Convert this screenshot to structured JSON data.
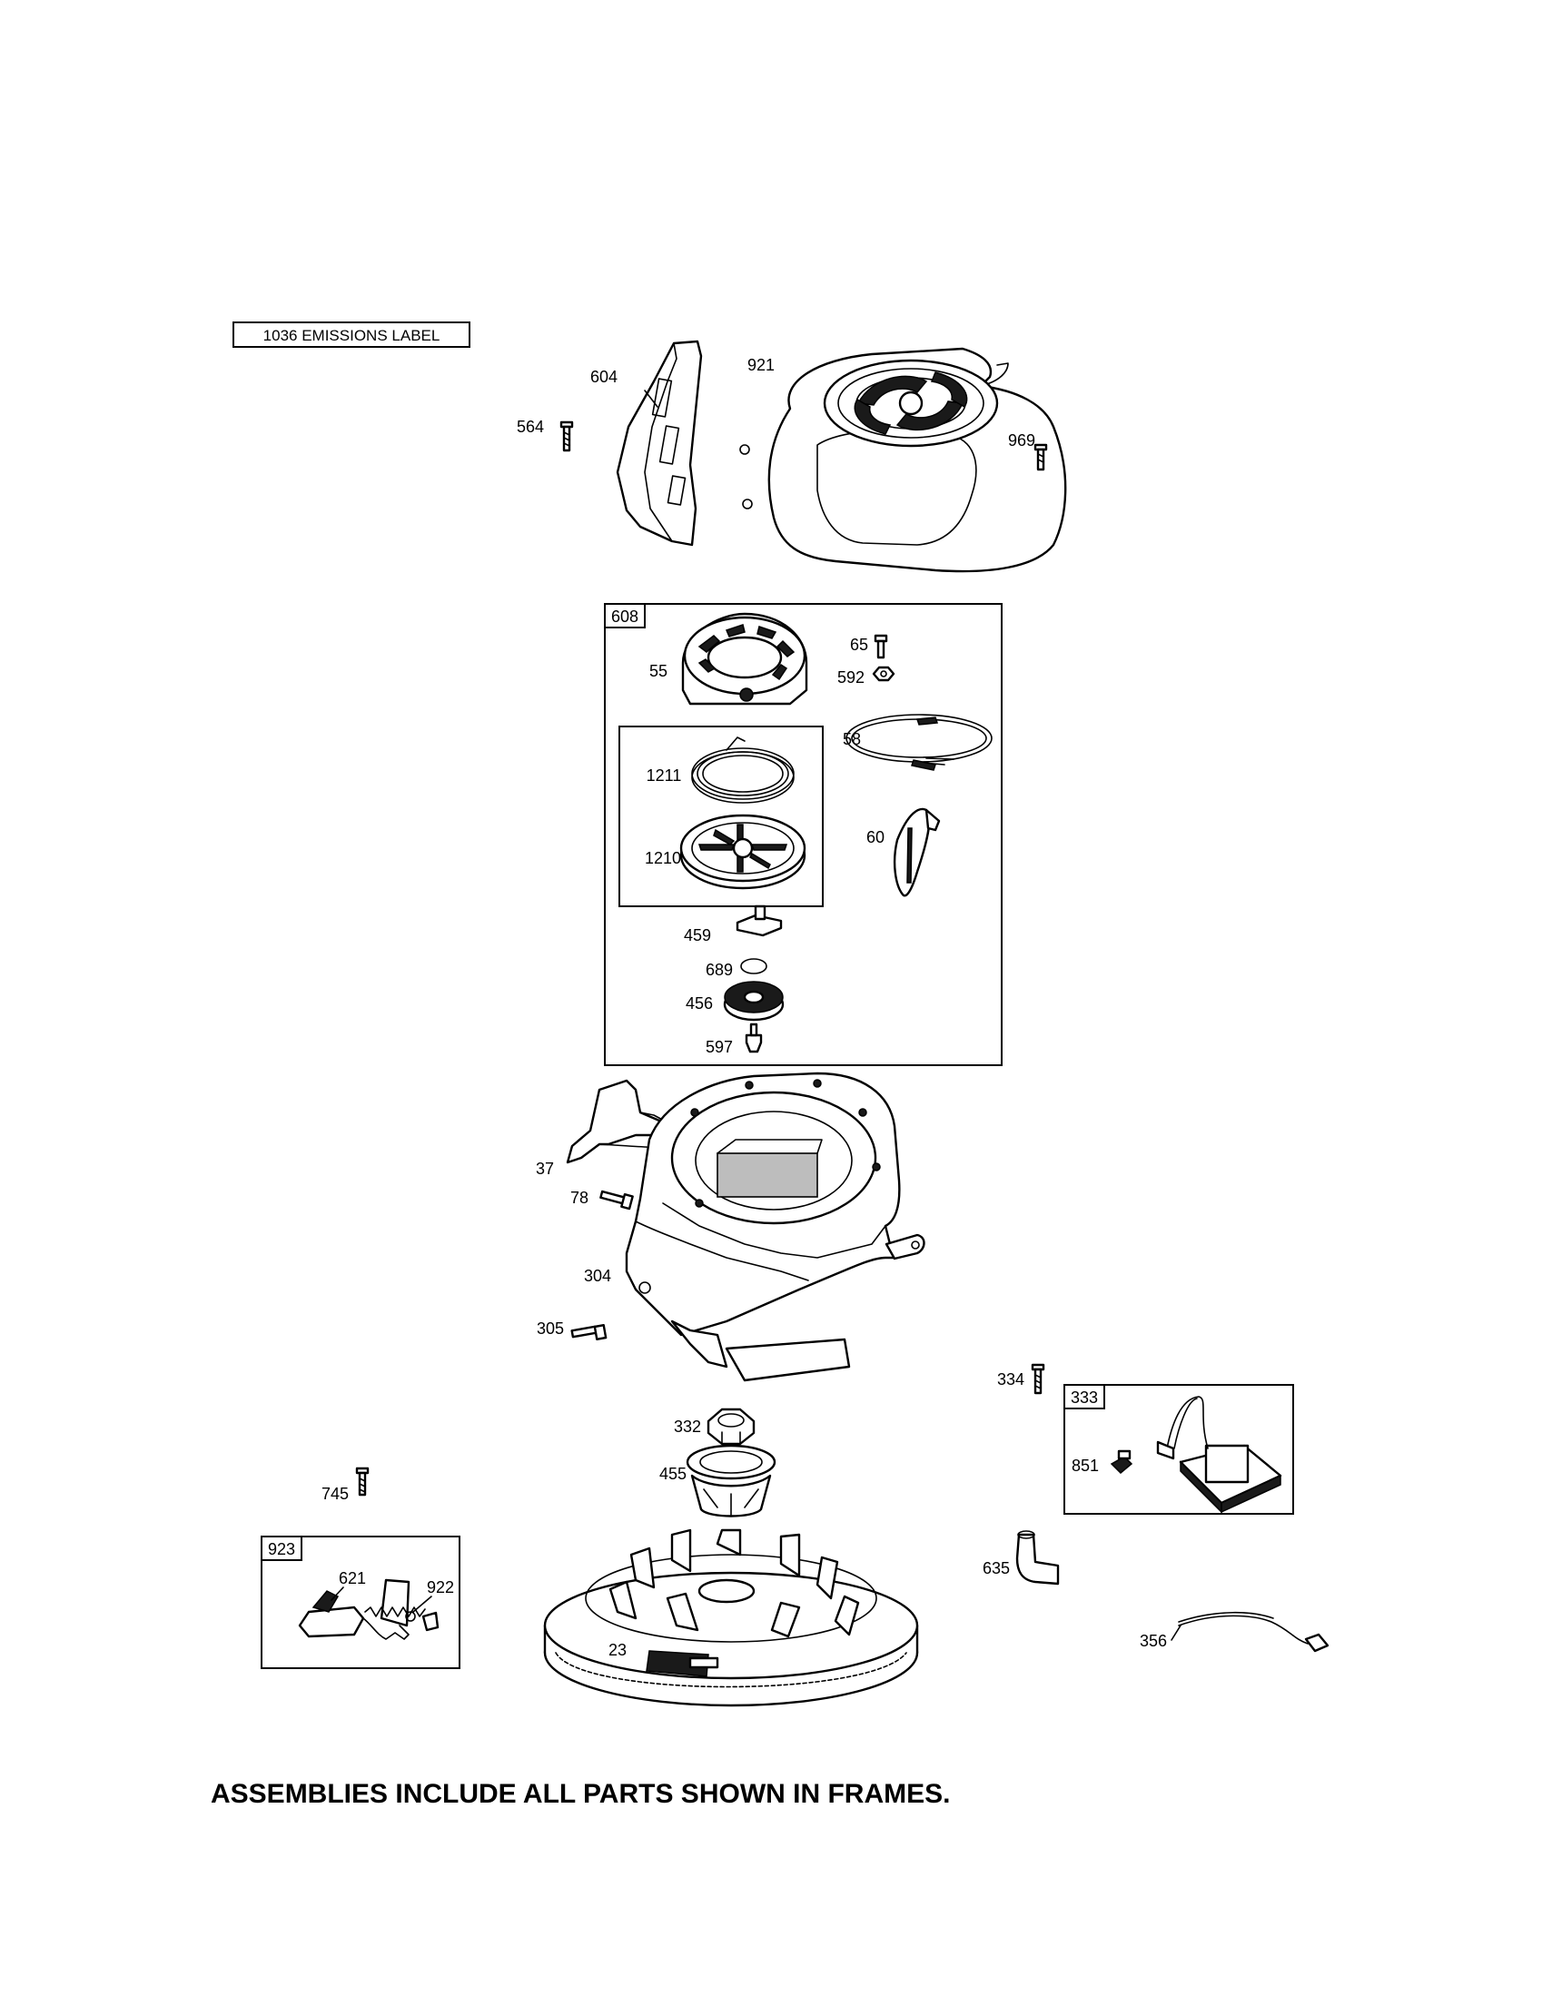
{
  "emissions_label": "1036 EMISSIONS LABEL",
  "footer_note": "ASSEMBLIES INCLUDE ALL PARTS SHOWN IN FRAMES.",
  "frames": {
    "f608": "608",
    "f333": "333",
    "f923": "923"
  },
  "parts": {
    "p604": "604",
    "p921": "921",
    "p564": "564",
    "p969": "969",
    "p55": "55",
    "p65": "65",
    "p592": "592",
    "p58": "58",
    "p1211": "1211",
    "p1210": "1210",
    "p60": "60",
    "p459": "459",
    "p689": "689",
    "p456": "456",
    "p597": "597",
    "p37": "37",
    "p78": "78",
    "p304": "304",
    "p305": "305",
    "p334": "334",
    "p851": "851",
    "p332": "332",
    "p455": "455",
    "p745": "745",
    "p621": "621",
    "p922": "922",
    "p23": "23",
    "p635": "635",
    "p356": "356"
  }
}
